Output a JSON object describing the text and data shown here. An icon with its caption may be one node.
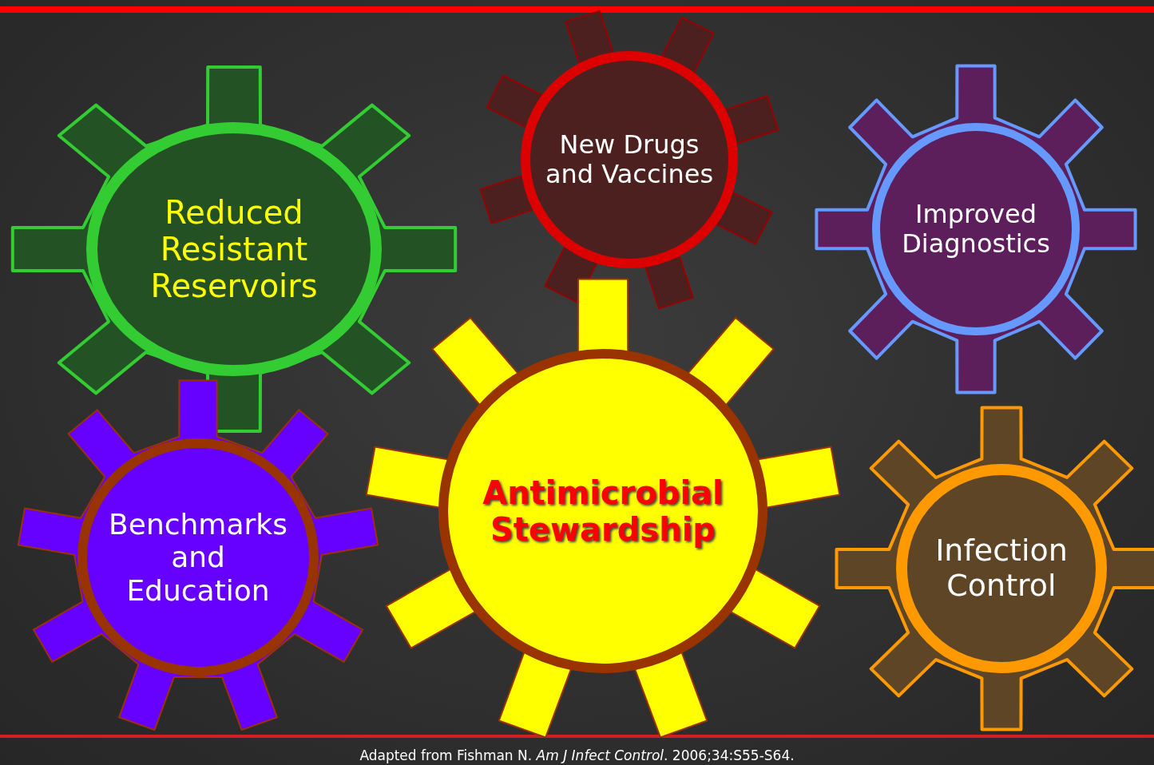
{
  "diagram": {
    "caption": "Adapted from Fishman N. *Am J Infect Control*. 2006;34:S55-S64.",
    "nodes": [
      {
        "text": [
          "Reduced Resistant Reservoirs"
        ]
      },
      {
        "text": [
          "New Drugs and Vaccines"
        ]
      },
      {
        "text": [
          "Improved Diagnostics"
        ]
      },
      {
        "text": [
          "Antimicrobial Stewardship"
        ]
      },
      {
        "text": [
          "Benchmarks and Education"
        ]
      },
      {
        "text": [
          "Infection Control"
        ]
      }
    ],
    "edges": []
  }
}
